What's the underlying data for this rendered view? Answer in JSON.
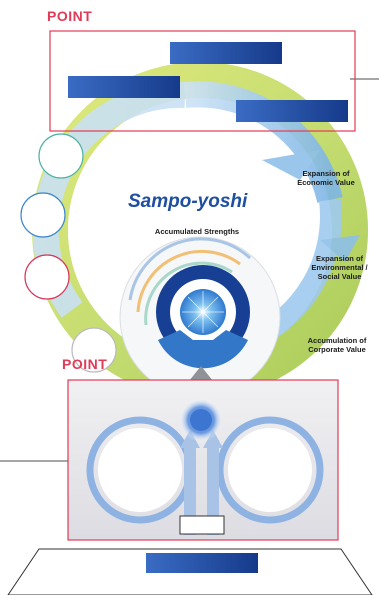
{
  "labels": {
    "point_top": "POINT",
    "point_bottom": "POINT",
    "center_title": "Sampo-yoshi",
    "accumulated": "Accumulated Strengths",
    "expansion_economic_line1": "Expansion of",
    "expansion_economic_line2": "Economic Value",
    "expansion_env_line1": "Expansion of",
    "expansion_env_line2": "Environmental /",
    "expansion_env_line3": "Social Value",
    "accumulation_line1": "Accumulation of",
    "accumulation_line2": "Corporate Value"
  },
  "colors": {
    "point_red": "#e23b57",
    "navy": "#1f3f8f",
    "sky": "#8ec0e8",
    "lime": "#cfe27a"
  }
}
